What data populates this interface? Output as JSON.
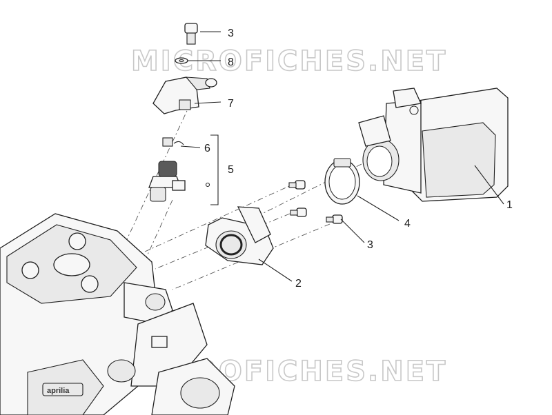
{
  "watermarks": [
    "MICROFICHES.NET",
    "MICROFICHES.NET"
  ],
  "callouts": {
    "c3_top": "3",
    "c8": "8",
    "c7": "7",
    "c6": "6",
    "c5": "5",
    "c1": "1",
    "c4": "4",
    "c3_mid": "3",
    "c2": "2"
  },
  "engine_brand": "aprilia"
}
